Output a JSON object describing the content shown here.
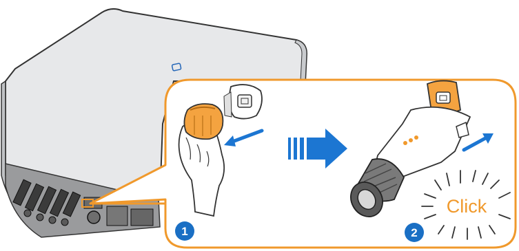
{
  "steps": [
    {
      "number": "1"
    },
    {
      "number": "2"
    }
  ],
  "click_label": "Click",
  "colors": {
    "accent_orange": "#f0992c",
    "step_blue": "#1a6fc4",
    "arrow_blue": "#1c76d2",
    "device_gray": "#e7e8ea",
    "outline": "#333333"
  },
  "icons": [
    "inverter-device",
    "communication-connector",
    "hand",
    "insert-arrow",
    "transition-arrow",
    "click-burst"
  ]
}
